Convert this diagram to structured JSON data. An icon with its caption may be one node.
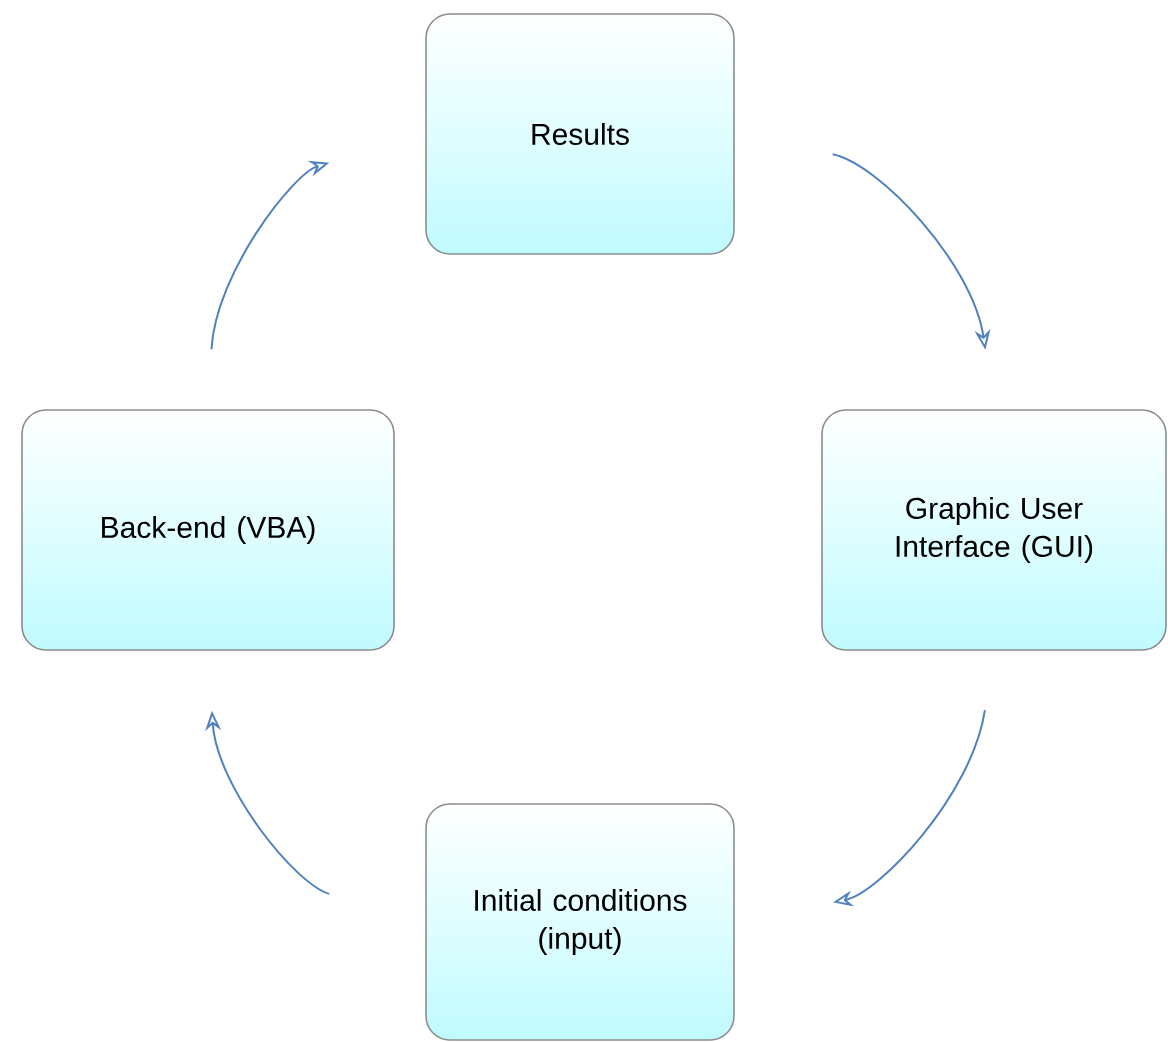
{
  "diagram": {
    "nodes": [
      {
        "text": [
          "Results"
        ]
      },
      {
        "text": [
          "Graphic User Interface (GUI)"
        ]
      },
      {
        "text": [
          "Initial conditions (input)"
        ]
      },
      {
        "text": [
          "Back-end (VBA)"
        ]
      }
    ],
    "edges": [
      {
        "from": 0,
        "to": 1,
        "arrow": "to"
      },
      {
        "from": 1,
        "to": 2,
        "arrow": "to"
      },
      {
        "from": 2,
        "to": 3,
        "arrow": "to"
      },
      {
        "from": 3,
        "to": 0,
        "arrow": "to"
      }
    ]
  }
}
